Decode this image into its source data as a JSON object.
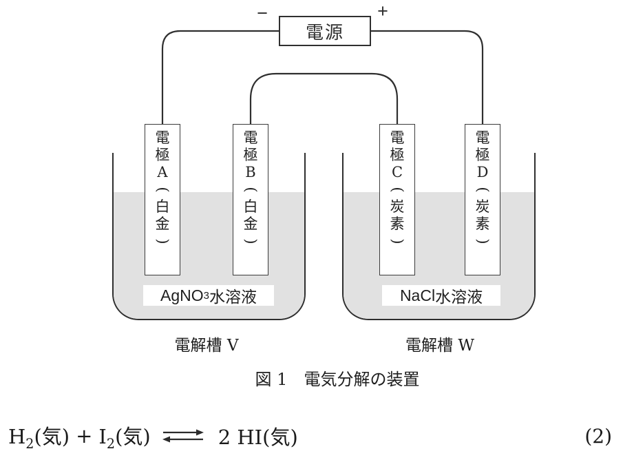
{
  "colors": {
    "line": "#2f2f2f",
    "liquid": "#e1e1e1"
  },
  "figure": {
    "power_label": "電源",
    "minus": "−",
    "plus": "+",
    "electrodes": [
      {
        "id": "A",
        "chars": [
          "電",
          "極",
          "A",
          "(",
          "白",
          "金",
          ")"
        ]
      },
      {
        "id": "B",
        "chars": [
          "電",
          "極",
          "B",
          "(",
          "白",
          "金",
          ")"
        ]
      },
      {
        "id": "C",
        "chars": [
          "電",
          "極",
          "C",
          "(",
          "炭",
          "素",
          ")"
        ]
      },
      {
        "id": "D",
        "chars": [
          "電",
          "極",
          "D",
          "(",
          "炭",
          "素",
          ")"
        ]
      }
    ],
    "solutions": [
      {
        "formula": "AgNO",
        "formula_sub": "3",
        "suffix": " 水溶液"
      },
      {
        "formula": "NaCl",
        "formula_sub": "",
        "suffix": " 水溶液"
      }
    ],
    "cell_labels": {
      "v": "電解槽 V",
      "w": "電解槽 W"
    },
    "caption": "図 1　電気分解の装置"
  },
  "equation": {
    "lhs1": "H",
    "lhs1_sub": "2",
    "lhs1_state": "(気)",
    "operator": "+",
    "lhs2": "I",
    "lhs2_sub": "2",
    "lhs2_state": "(気)",
    "rhs": "2 HI",
    "rhs_state": "(気)",
    "number": "(2)"
  }
}
